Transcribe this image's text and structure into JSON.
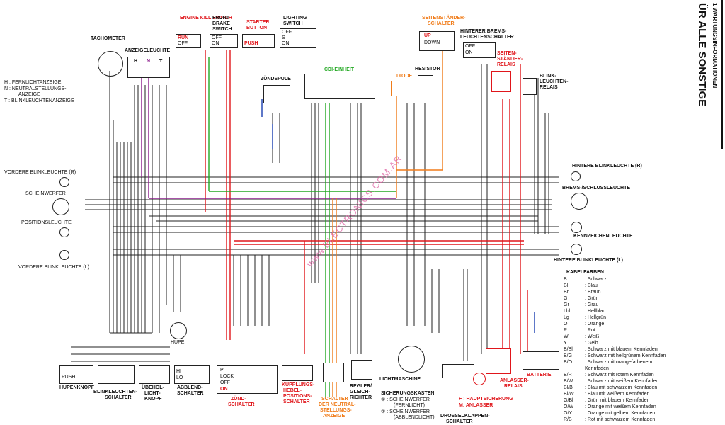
{
  "header": {
    "side_title_1": "1 WARTUNGSINFORMATIONEN",
    "side_title_2": "ÜR ALLE SONSTIGE"
  },
  "watermark": "www.ELECTRONICS.COM.AR",
  "top_switches": {
    "engine_kill": "ENGINE KILL SWITCH",
    "engine_kill_run": "RUN",
    "engine_kill_off": "OFF",
    "front_brake": "FRONT BRAKE SWITCH",
    "front_brake_off": "OFF",
    "front_brake_on": "ON",
    "starter": "STARTER BUTTON",
    "starter_push": "PUSH",
    "lighting": "LIGHTING SWITCH",
    "lighting_off": "OFF",
    "lighting_s": "S",
    "lighting_on": "ON"
  },
  "left_panel": {
    "tachometer": "TACHOMETER",
    "anzeigeleuchte": "ANZEIGELEUCHTE",
    "ind_h": "H",
    "ind_n": "N",
    "ind_t": "T",
    "legend_h": "H  :  FERNLICHTANZEIGE",
    "legend_n1": "N  :  NEUTRALSTELLUNGS-",
    "legend_n2": "ANZEIGE",
    "legend_t": "T  :  BLINKLEUCHTENANZEIGE",
    "vordere_r": "VORDERE BLINKLEUCHTE (R)",
    "scheinwerfer": "SCHEINWERFER",
    "positionsleuchte": "POSITIONSLEUCHTE",
    "vordere_l": "VORDERE BLINKLEUCHTE (L)",
    "hupe": "HUPE"
  },
  "center": {
    "zuendspule": "ZÜNDSPULE",
    "cdi": "CDI-EINHEIT",
    "diode": "DIODE",
    "resistor": "RESISTOR",
    "seitenstaender": "SEITENSTÄNDER-",
    "seitenstaender2": "SCHALTER",
    "ss_up": "UP",
    "ss_down": "DOWN",
    "hinterer_brems": "HINTERER BREMS-",
    "hinterer_brems2": "LEUCHTENSCHALTER",
    "hb_off": "OFF",
    "hb_on": "ON",
    "ss_relais1": "SEITEN-",
    "ss_relais2": "STÄNDER-",
    "ss_relais3": "RELAIS",
    "blink_relais1": "BLINK-",
    "blink_relais2": "LEUCHTEN-",
    "blink_relais3": "RELAIS"
  },
  "right_panel": {
    "hintere_r": "HINTERE BLINKLEUCHTE (R)",
    "brems_schluss": "BREMS-/SCHLUSSLEUCHTE",
    "kennzeichen": "KENNZEICHENLEUCHTE",
    "hintere_l": "HINTERE BLINKLEUCHTE (L)"
  },
  "bottom": {
    "hupenknopf": "HUPENKNOPF",
    "hupen_push": "PUSH",
    "blinkschalter1": "BLINKLEUCHTEN-",
    "blinkschalter2": "SCHALTER",
    "uebehol1": "ÜBEHOL-",
    "uebehol2": "LICHT-",
    "uebehol3": "KNOPF",
    "abblend1": "ABBLEND-",
    "abblend2": "SCHALTER",
    "abblend_hi": "HI",
    "abblend_lo": "LO",
    "zuend1": "ZÜND-",
    "zuend2": "SCHALTER",
    "zuend_p": "P",
    "zuend_lock": "LOCK",
    "zuend_off": "OFF",
    "zuend_on": "ON",
    "kupplung1": "KUPPLUNGS-",
    "kupplung2": "HEBEL-",
    "kupplung3": "POSITIONS-",
    "kupplung4": "SCHALTER",
    "neutral1": "SCHALTER",
    "neutral2": "DER NEUTRAL-",
    "neutral3": "STELLUNGS-",
    "neutral4": "ANZEIGE",
    "regler1": "REGLER/",
    "regler2": "GLEICH-",
    "regler3": "RICHTER",
    "lichtmaschine": "LICHTMASCHINE",
    "sicherung_title": "SICHERUNGSKASTEN",
    "sicherung_1a": "① : SCHEINWERFER",
    "sicherung_1b": "(FERNLICHT)",
    "sicherung_2a": "② : SCHEINWERFER",
    "sicherung_2b": "(ABBLENDLICHT)",
    "drossel1": "DROSSELKLAPPEN-",
    "drossel2": "SCHALTER",
    "haupt": "F : HAUPTSICHERUNG",
    "anlasser": "M: ANLASSER",
    "anlasser_relais1": "ANLASSER-",
    "anlasser_relais2": "RELAIS",
    "batterie": "BATTERIE"
  },
  "legend": {
    "title": "KABELFARBEN",
    "items": [
      {
        "code": "B",
        "name": ": Schwarz"
      },
      {
        "code": "Bl",
        "name": ": Blau"
      },
      {
        "code": "Br",
        "name": ": Braun"
      },
      {
        "code": "G",
        "name": ": Grün"
      },
      {
        "code": "Gr",
        "name": ": Grau"
      },
      {
        "code": "Lbl",
        "name": ": Hellblau"
      },
      {
        "code": "Lg",
        "name": ": Hellgrün"
      },
      {
        "code": "O",
        "name": ": Orange"
      },
      {
        "code": "R",
        "name": ": Rot"
      },
      {
        "code": "W",
        "name": ": Weiß"
      },
      {
        "code": "Y",
        "name": ": Gelb"
      },
      {
        "code": "B/Bl",
        "name": ": Schwarz mit blauem Kennfaden"
      },
      {
        "code": "B/G",
        "name": ": Schwarz mit hellgrünem Kennfaden"
      },
      {
        "code": "B/O",
        "name": ": Schwarz mit orangefarbenem"
      },
      {
        "code": "",
        "name": "Kennfaden"
      },
      {
        "code": "B/R",
        "name": ": Schwarz mit rotem Kennfaden"
      },
      {
        "code": "B/W",
        "name": ": Schwarz mit weißem Kennfaden"
      },
      {
        "code": "Bl/B",
        "name": ": Blau mit schwarzem Kennfaden"
      },
      {
        "code": "Bl/W",
        "name": ": Blau mit weißem Kennfaden"
      },
      {
        "code": "G/Bl",
        "name": ": Grün mit blauem Kennfaden"
      },
      {
        "code": "O/W",
        "name": ": Orange mit weißem Kennfaden"
      },
      {
        "code": "O/Y",
        "name": ": Orange mit gelbem Kennfaden"
      },
      {
        "code": "R/B",
        "name": ": Rot mit schwarzem Kennfaden"
      }
    ]
  }
}
